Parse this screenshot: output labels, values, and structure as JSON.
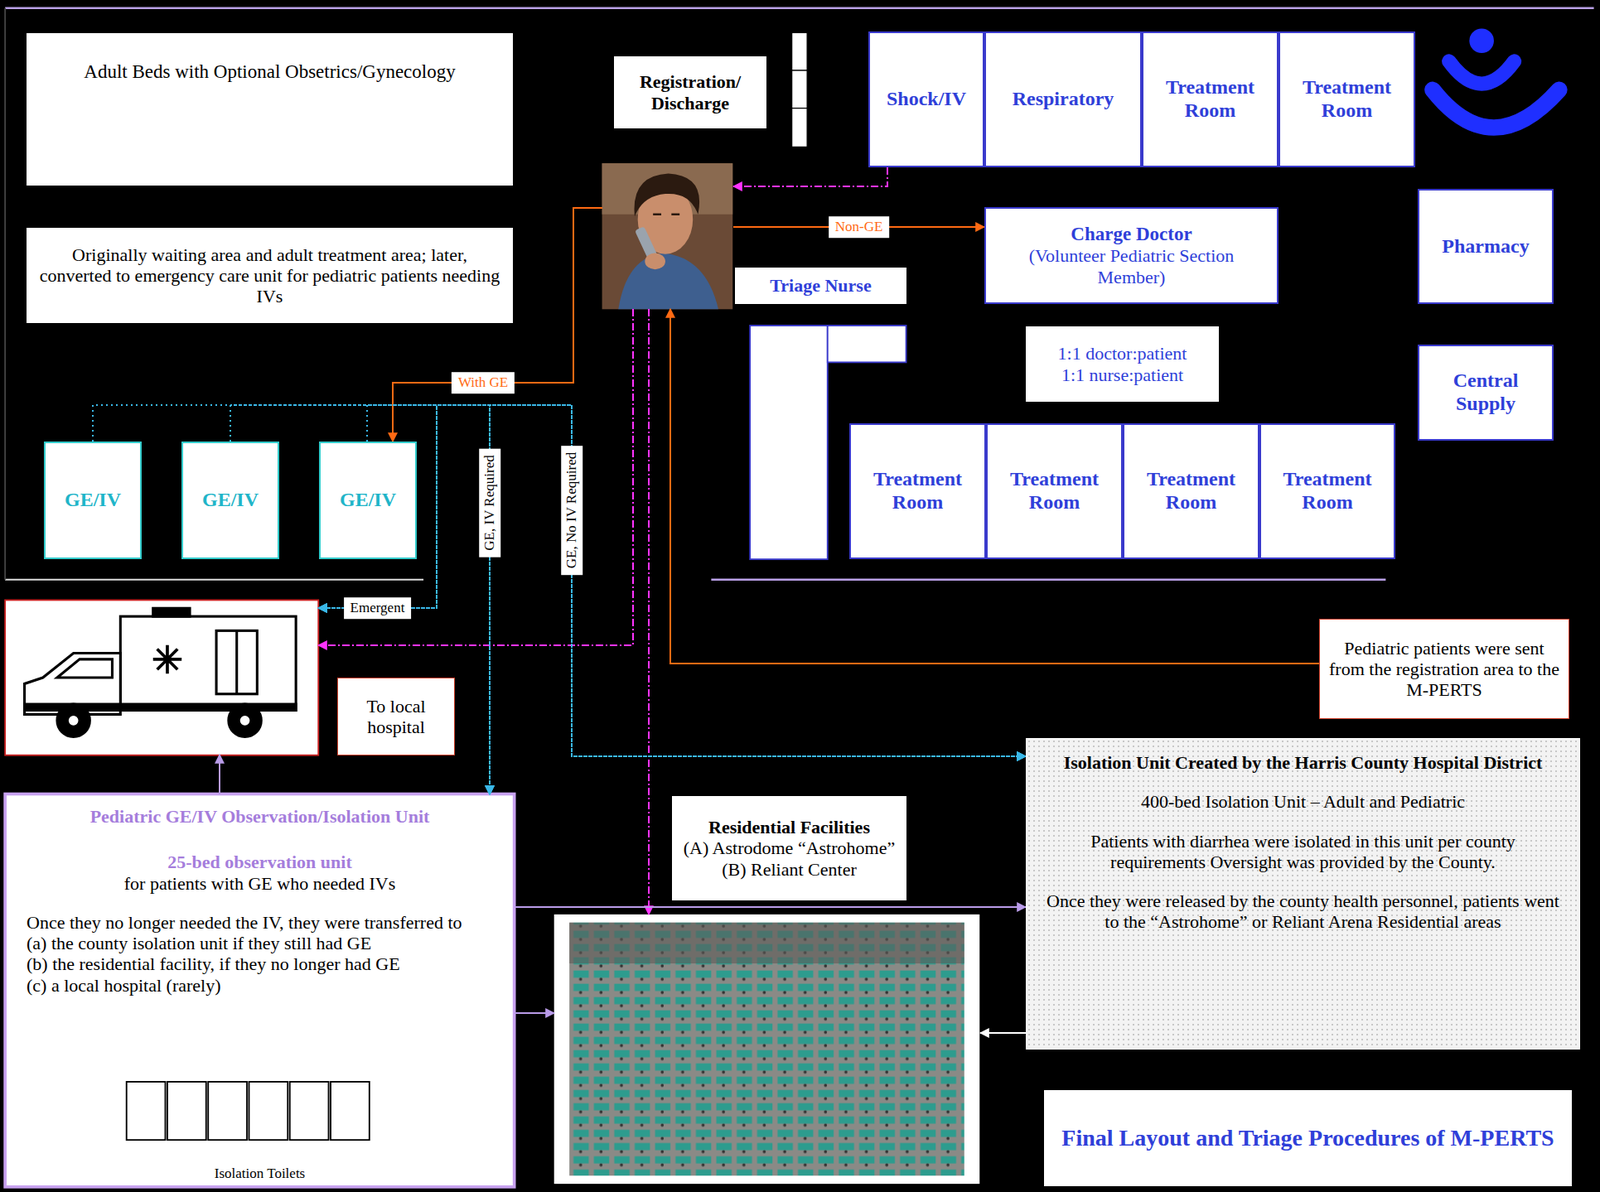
{
  "diagram": {
    "title": "Final Layout and Triage Procedures of M-PERTS",
    "nodes": [
      {
        "text": [
          "Adult Beds with Optional Obsetrics/Gynecology"
        ]
      },
      {
        "text": [
          "Registration/ Discharge"
        ]
      },
      {
        "text": [
          "Shock/IV"
        ]
      },
      {
        "text": [
          "Respiratory"
        ]
      },
      {
        "text": [
          "Treatment Room"
        ]
      },
      {
        "text": [
          "Treatment Room"
        ]
      },
      {
        "text": [
          "Originally waiting area and adult treatment area; later, converted to emergency care unit for pediatric patients needing IVs"
        ]
      },
      {
        "text": [
          "Triage Nurse"
        ]
      },
      {
        "text": [
          "Charge Doctor",
          "(Volunteer Pediatric Section Member)"
        ]
      },
      {
        "text": [
          "Pharmacy"
        ]
      },
      {
        "text": [
          "1:1 doctor:patient",
          "1:1 nurse:patient"
        ]
      },
      {
        "text": [
          "Central Supply"
        ]
      },
      {
        "text": [
          "GE/IV"
        ]
      },
      {
        "text": [
          "GE/IV"
        ]
      },
      {
        "text": [
          "GE/IV"
        ]
      },
      {
        "text": [
          "Treatment Room"
        ]
      },
      {
        "text": [
          "Treatment Room"
        ]
      },
      {
        "text": [
          "Treatment Room"
        ]
      },
      {
        "text": [
          "Treatment Room"
        ]
      },
      {
        "text": [
          "Pediatric patients were sent from the registration area to the M-PERTS"
        ]
      },
      {
        "text": [
          "To local hospital"
        ]
      },
      {
        "text": [
          "Pediatric GE/IV Observation/Isolation Unit",
          "25-bed observation unit",
          "for patients with GE who needed IVs",
          "Once they no longer needed the IV, they were transferred to",
          "(a) the county isolation unit if they still had GE",
          "(b) the residential facility, if they no longer had GE",
          "(c) a local hospital (rarely)",
          "Isolation Toilets"
        ]
      },
      {
        "text": [
          "Residential Facilities",
          "(A) Astrodome “Astrohome”",
          "(B) Reliant Center"
        ]
      },
      {
        "text": [
          "Isolation Unit Created by the Harris County Hospital District",
          "400-bed Isolation Unit – Adult and Pediatric",
          "Patients with diarrhea were isolated in this unit per county requirements Oversight was provided by the County.",
          "Once they were released by the county health personnel, patients went to the “Astrohome” or Reliant Arena Residential areas"
        ]
      }
    ],
    "edges": [
      {
        "from": 7,
        "to": 8,
        "arrow": "to",
        "label": "Non-GE"
      },
      {
        "from": 7,
        "to": 14,
        "arrow": "to",
        "label": "With GE"
      },
      {
        "from": 2,
        "to": 7,
        "arrow": "to"
      },
      {
        "from": 19,
        "to": 7,
        "arrow": "to"
      },
      {
        "from": 7,
        "to": 20,
        "arrow": "to"
      },
      {
        "from": 7,
        "to": 22,
        "arrow": "to"
      },
      {
        "from": 12,
        "to": 20,
        "arrow": "to",
        "label": "Emergent"
      },
      {
        "from": 13,
        "to": 20,
        "arrow": "to"
      },
      {
        "from": 14,
        "to": 20,
        "arrow": "to"
      },
      {
        "from": 12,
        "to": 21,
        "arrow": "to",
        "label": "GE, IV Required"
      },
      {
        "from": 13,
        "to": 21,
        "arrow": "to"
      },
      {
        "from": 14,
        "to": 21,
        "arrow": "to"
      },
      {
        "from": 12,
        "to": 23,
        "arrow": "to",
        "label": "GE, No IV Required"
      },
      {
        "from": 13,
        "to": 23,
        "arrow": "to"
      },
      {
        "from": 14,
        "to": 23,
        "arrow": "to"
      },
      {
        "from": 21,
        "to": 20,
        "arrow": "to"
      },
      {
        "from": 21,
        "to": 22,
        "arrow": "to"
      },
      {
        "from": 21,
        "to": 23,
        "arrow": "to"
      },
      {
        "from": 23,
        "to": 22,
        "arrow": "to"
      }
    ]
  }
}
